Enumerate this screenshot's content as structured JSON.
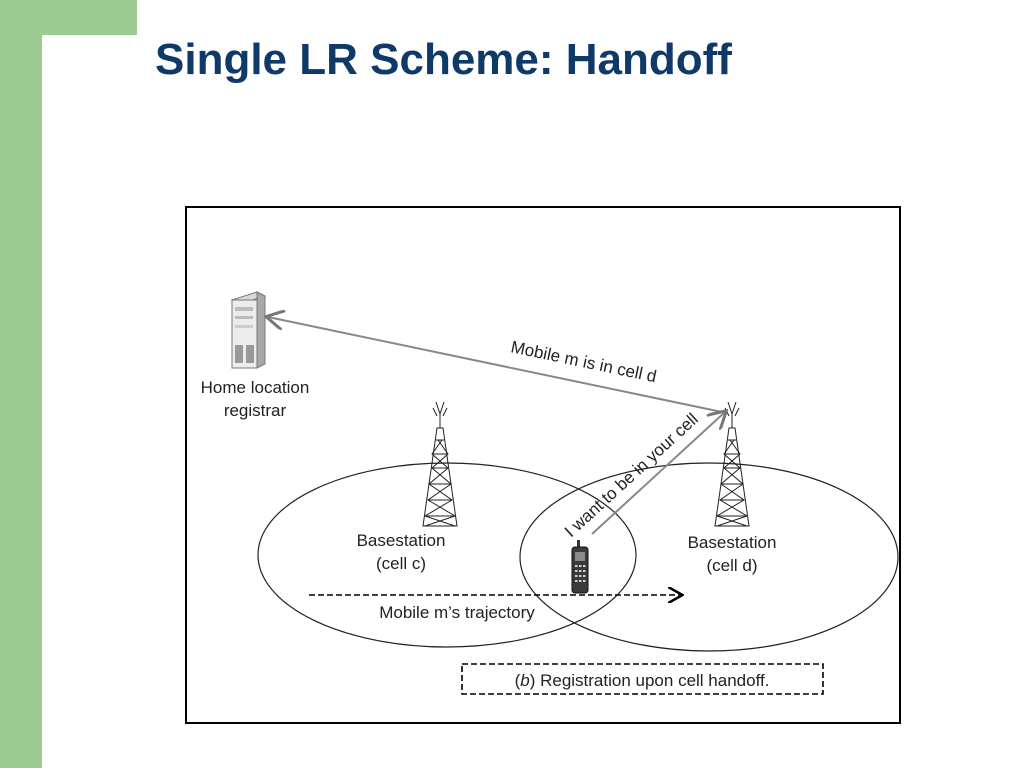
{
  "slide": {
    "title": "Single LR Scheme: Handoff",
    "accent_color": "#9ccc94",
    "title_color": "#0f3a68"
  },
  "diagram": {
    "hlr_label_line1": "Home location",
    "hlr_label_line2": "registrar",
    "message_to_hlr": "Mobile m is in cell d",
    "message_to_base": "I want to be in your cell",
    "base_c_line1": "Basestation",
    "base_c_line2": "(cell c)",
    "base_d_line1": "Basestation",
    "base_d_line2": "(cell d)",
    "trajectory_label": "Mobile m’s trajectory",
    "caption_letter": "b",
    "caption_text": ") Registration upon cell handoff.",
    "caption_open": "(",
    "icons": [
      "server-icon",
      "antenna-tower-icon",
      "mobile-phone-icon"
    ]
  }
}
